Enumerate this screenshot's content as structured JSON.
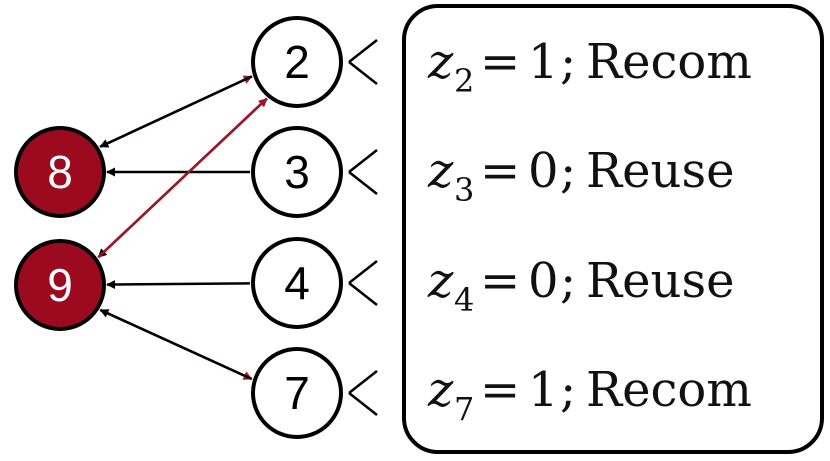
{
  "colors": {
    "accent_fill": "#9b0a1e",
    "accent_edge": "#a01628",
    "stroke": "#000000",
    "node_fill": "#ffffff",
    "light_label": "#ffffff",
    "dark_label": "#000000"
  },
  "highlighted_nodes": [
    {
      "id": "8",
      "label": "8"
    },
    {
      "id": "9",
      "label": "9"
    }
  ],
  "candidate_nodes": [
    {
      "id": "2",
      "label": "2"
    },
    {
      "id": "3",
      "label": "3"
    },
    {
      "id": "4",
      "label": "4"
    },
    {
      "id": "7",
      "label": "7"
    }
  ],
  "edges": [
    {
      "from": "8",
      "to": "2",
      "color": "red"
    },
    {
      "from": "2",
      "to": "8",
      "color": "black"
    },
    {
      "from": "3",
      "to": "8",
      "color": "black"
    },
    {
      "from": "2",
      "to": "9",
      "color": "black"
    },
    {
      "from": "9",
      "to": "2",
      "color": "red"
    },
    {
      "from": "4",
      "to": "9",
      "color": "black"
    },
    {
      "from": "9",
      "to": "7",
      "color": "red"
    },
    {
      "from": "7",
      "to": "9",
      "color": "black"
    }
  ],
  "decisions": [
    {
      "var": "z",
      "sub": "2",
      "eq": "=",
      "val": "1",
      "sep": ";",
      "action": "Recom"
    },
    {
      "var": "z",
      "sub": "3",
      "eq": "=",
      "val": "0",
      "sep": ";",
      "action": "Reuse"
    },
    {
      "var": "z",
      "sub": "4",
      "eq": "=",
      "val": "0",
      "sep": ";",
      "action": "Reuse"
    },
    {
      "var": "z",
      "sub": "7",
      "eq": "=",
      "val": "1",
      "sep": ";",
      "action": "Recom"
    }
  ]
}
